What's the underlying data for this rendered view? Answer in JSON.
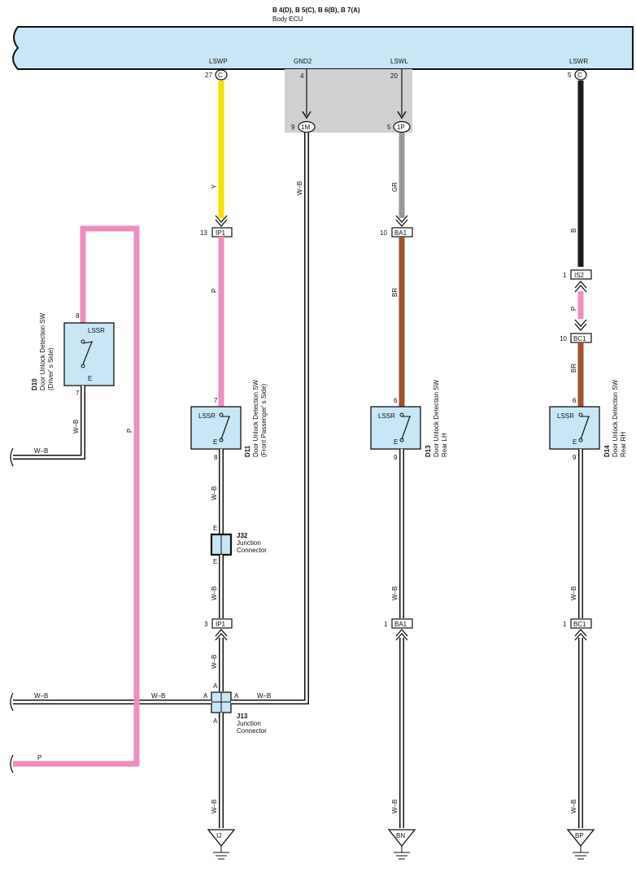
{
  "ecu": {
    "header": "B 4(D), B 5(C), B 6(B), B 7(A)",
    "name": "Body ECU",
    "pins": [
      {
        "label": "LSWP",
        "num": "27",
        "code": "C"
      },
      {
        "label": "GND2",
        "num": "4",
        "code": ""
      },
      {
        "label": "LSWL",
        "num": "20",
        "code": ""
      },
      {
        "label": "LSWR",
        "num": "5",
        "code": "C"
      }
    ],
    "sub_connectors": [
      {
        "num": "9",
        "code": "1M"
      },
      {
        "num": "5",
        "code": "1P"
      }
    ]
  },
  "wire_colors": {
    "yellow": "#f5e000",
    "pink": "#f08cc0",
    "gray": "#999999",
    "brown": "#a0522d",
    "black": "#1a1a1a",
    "ecu_fill": "#c8e6f5",
    "switch_fill": "#c8e6f5",
    "shade": "#d0d0d0"
  },
  "wires": {
    "y": "Y",
    "p": "P",
    "gr": "GR",
    "br": "BR",
    "b": "B",
    "wb": "W–B"
  },
  "switches": {
    "d10": {
      "id": "D10",
      "line1": "Door Unlock Detection SW",
      "line2": "(Driver' s Side)",
      "term": "LSSR",
      "e": "E",
      "pin_top": "8",
      "pin_bot": "7"
    },
    "d11": {
      "id": "D11",
      "line1": "Door Unlock Detection SW",
      "line2": "(Front Passenger' s Side)",
      "term": "LSSR",
      "e": "E",
      "pin_top": "7",
      "pin_bot": "8"
    },
    "d13": {
      "id": "D13",
      "line1": "Door Unlock Detection SW",
      "line2": "Rear LH",
      "term": "LSSR",
      "e": "E",
      "pin_top": "6",
      "pin_bot": "9"
    },
    "d14": {
      "id": "D14",
      "line1": "Door Unlock Detection SW",
      "line2": "Rear RH",
      "term": "LSSR",
      "e": "E",
      "pin_top": "6",
      "pin_bot": "9"
    }
  },
  "connectors": {
    "ip1_top": {
      "num": "13",
      "code": "IP1"
    },
    "ba1_top": {
      "num": "10",
      "code": "BA1"
    },
    "is2": {
      "num": "1",
      "code": "IS2"
    },
    "bc1_top": {
      "num": "10",
      "code": "BC1"
    },
    "ip1_bot": {
      "num": "3",
      "code": "IP1"
    },
    "ba1_bot": {
      "num": "1",
      "code": "BA1"
    },
    "bc1_bot": {
      "num": "1",
      "code": "BC1"
    }
  },
  "junctions": {
    "j32": {
      "id": "J32",
      "line1": "Junction",
      "line2": "Connector",
      "pin": "E"
    },
    "j13": {
      "id": "J13",
      "line1": "Junction",
      "line2": "Connector",
      "pin": "A"
    }
  },
  "grounds": {
    "ij": "IJ",
    "bn": "BN",
    "bp": "BP"
  }
}
